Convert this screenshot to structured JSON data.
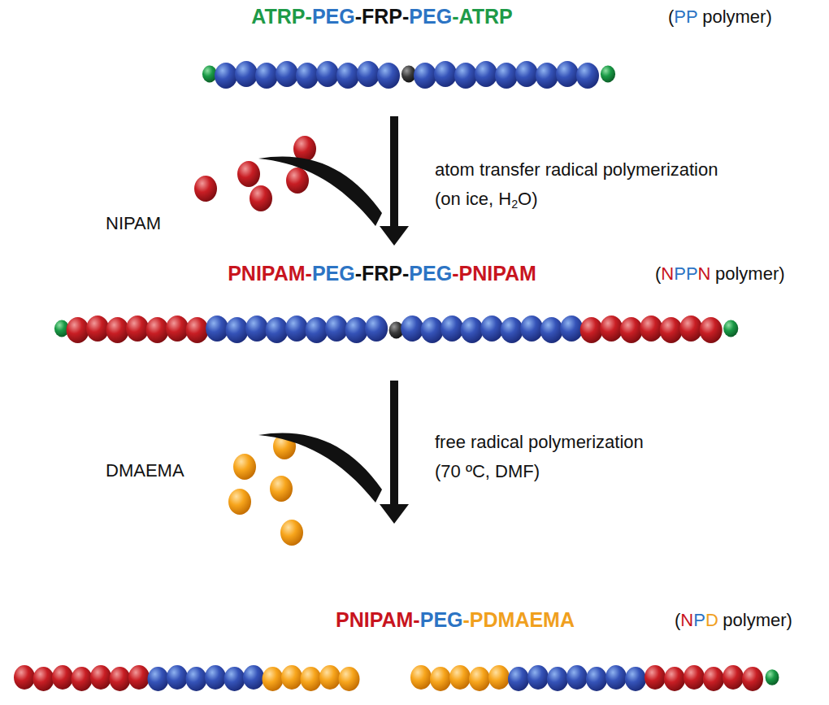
{
  "diagram": {
    "labels": [
      "ATRP-",
      "PEG",
      "-FRP-",
      "PEG",
      "-ATRP",
      "(",
      "PP",
      "polymer)",
      "NIPAM",
      "atom transfer radical polymerization",
      "(on ice, H",
      "2",
      "O)",
      "PNIPAM-",
      "PEG",
      "-FRP-",
      "PEG",
      "-PNIPAM",
      "(",
      "N",
      "PP",
      "N",
      "polymer)",
      "DMAEMA",
      "free radical polymerization",
      "(70 ºC, DMF)",
      "PNIPAM-",
      "PEG",
      "-PDMAEMA",
      "(",
      "N",
      "P",
      "D",
      "polymer)"
    ]
  }
}
